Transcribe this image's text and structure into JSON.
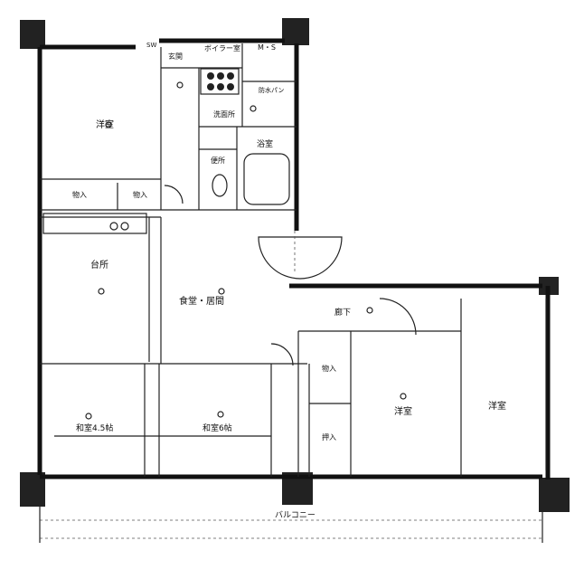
{
  "rooms": {
    "western_room_1": "洋室",
    "entrance": "玄関",
    "boiler": "ボイラー室",
    "ms": "M・S",
    "washroom": "洗面所",
    "shelf": "防水パン",
    "bath": "浴室",
    "toilet": "便所",
    "storage_1": "物入",
    "storage_2": "物入",
    "kitchen": "台所",
    "living": "食堂・居間",
    "hallway": "廊下",
    "storage_3": "物入",
    "western_room_2": "洋室",
    "washitsu_1": "和室4.5帖",
    "washitsu_2": "和室6帖",
    "closet": "押入",
    "western_room_3": "洋室",
    "sw": "SW"
  },
  "balcony": "バルコニー",
  "colors": {
    "wall": "#111111",
    "column": "#222222",
    "background": "#ffffff"
  }
}
